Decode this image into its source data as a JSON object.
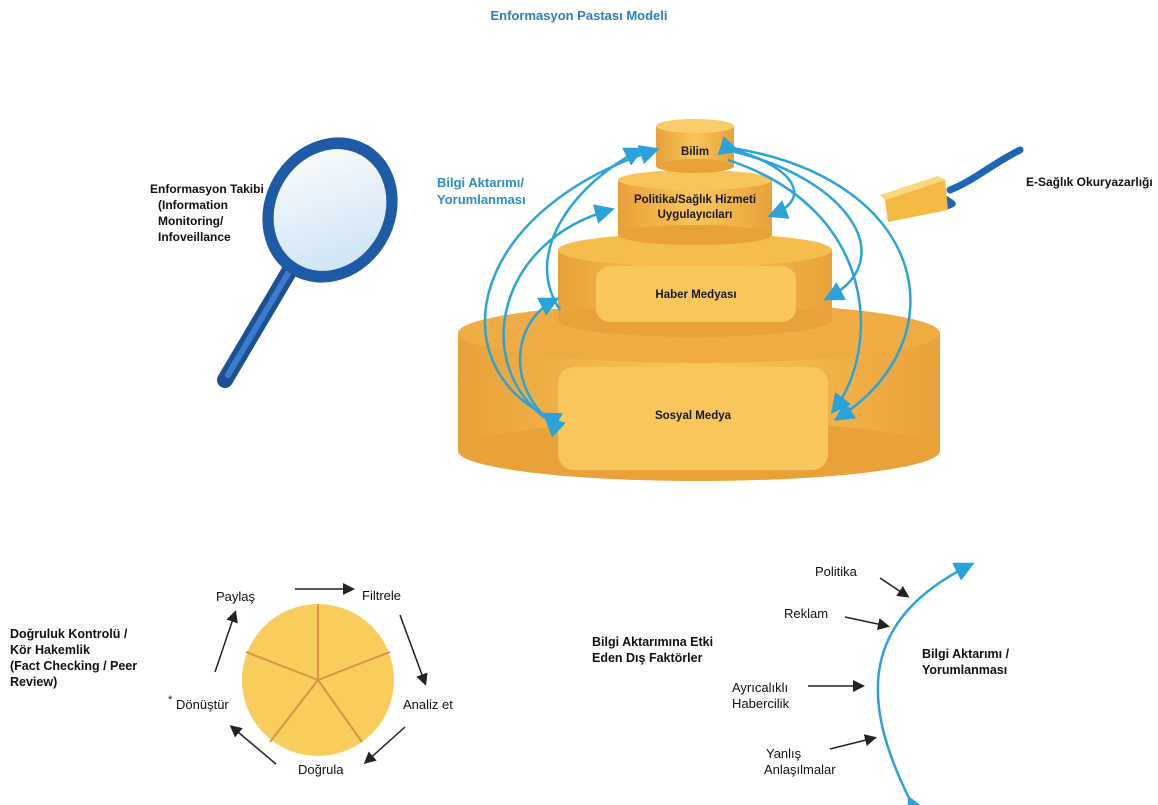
{
  "title": "Enformasyon Pastası Modeli",
  "monitoring": {
    "line1": "Enformasyon Takibi",
    "line2": "(Information",
    "line3": "Monitoring/",
    "line4": "Infoveillance",
    "icon": "magnifying-glass-icon"
  },
  "transfer_top": {
    "line1": "Bilgi Aktarımı/",
    "line2": "Yorumlanması"
  },
  "literacy": {
    "label": "E-Sağlık Okuryazarlığı",
    "icon": "cake-server-icon"
  },
  "cake": {
    "tier1": "Bilim",
    "tier2_line1": "Politika/Sağlık Hizmeti",
    "tier2_line2": "Uygulayıcıları",
    "tier3": "Haber Medyası",
    "tier4": "Sosyal Medya",
    "color": "#f4b942"
  },
  "fact_check": {
    "line1": "Doğruluk Kontrolü /",
    "line2": "Kör Hakemlik",
    "line3": "(Fact Checking / Peer",
    "line4": "Review)",
    "steps": {
      "share": "Paylaş",
      "filter": "Filtrele",
      "analyze": "Analiz et",
      "verify": "Doğrula",
      "transform": "Dönüştür",
      "asterisk": "*"
    },
    "pie_color": "#f8cd5c"
  },
  "external": {
    "line1": "Bilgi Aktarımına Etki",
    "line2": "Eden Dış Faktörler",
    "factors": {
      "politics": "Politika",
      "ads": "Reklam",
      "privileged_1": "Ayrıcalıklı",
      "privileged_2": "Habercilik",
      "misunder_1": "Yanlış",
      "misunder_2": "Anlaşılmalar"
    },
    "result_line1": "Bilgi Aktarımı /",
    "result_line2": "Yorumlanması"
  },
  "arrow_color": "#29a3d9"
}
